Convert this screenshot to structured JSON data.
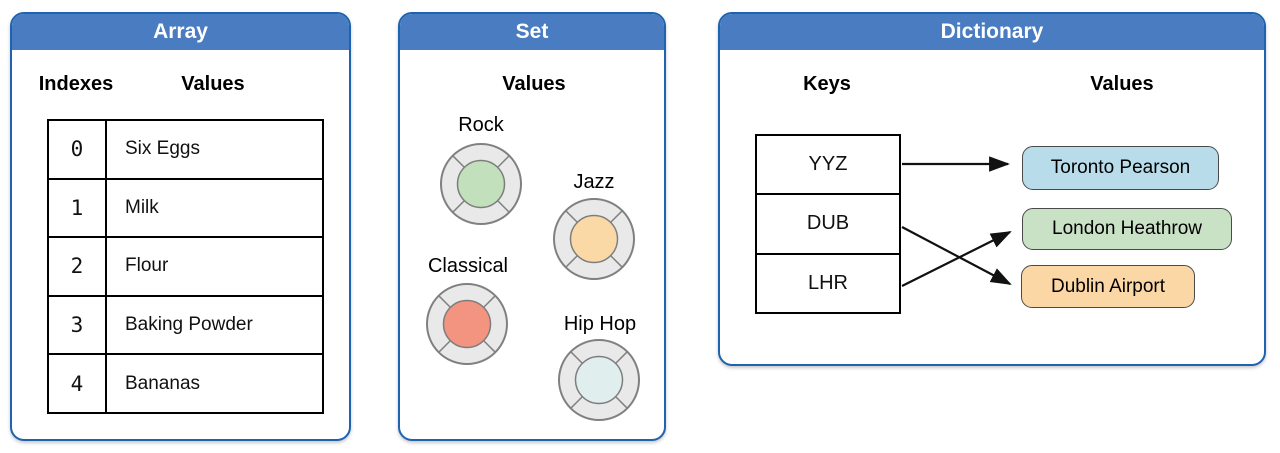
{
  "colors": {
    "panel_border": "#1e62b0",
    "header_bg": "#4a7cc1",
    "header_text": "#ffffff",
    "ring_fill": "#e9e9e9",
    "ring_stroke": "#808080"
  },
  "panels": {
    "array": {
      "title": "Array",
      "indexes_header": "Indexes",
      "values_header": "Values",
      "rows": [
        {
          "index": "0",
          "value": "Six Eggs"
        },
        {
          "index": "1",
          "value": "Milk"
        },
        {
          "index": "2",
          "value": "Flour"
        },
        {
          "index": "3",
          "value": "Baking Powder"
        },
        {
          "index": "4",
          "value": "Bananas"
        }
      ]
    },
    "set": {
      "title": "Set",
      "values_header": "Values",
      "items": [
        {
          "label": "Rock",
          "color": "#c3e0bd"
        },
        {
          "label": "Jazz",
          "color": "#fbd9a7"
        },
        {
          "label": "Classical",
          "color": "#f29480"
        },
        {
          "label": "Hip Hop",
          "color": "#e0eeee"
        }
      ]
    },
    "dictionary": {
      "title": "Dictionary",
      "keys_header": "Keys",
      "values_header": "Values",
      "keys": [
        "YYZ",
        "DUB",
        "LHR"
      ],
      "values": [
        {
          "label": "Toronto Pearson",
          "color": "#b9dcea"
        },
        {
          "label": "London Heathrow",
          "color": "#c9e2c5"
        },
        {
          "label": "Dublin Airport",
          "color": "#fbd7a6"
        }
      ],
      "mappings": [
        {
          "from": "YYZ",
          "to": "Toronto Pearson"
        },
        {
          "from": "DUB",
          "to": "Dublin Airport"
        },
        {
          "from": "LHR",
          "to": "London Heathrow"
        }
      ]
    }
  }
}
